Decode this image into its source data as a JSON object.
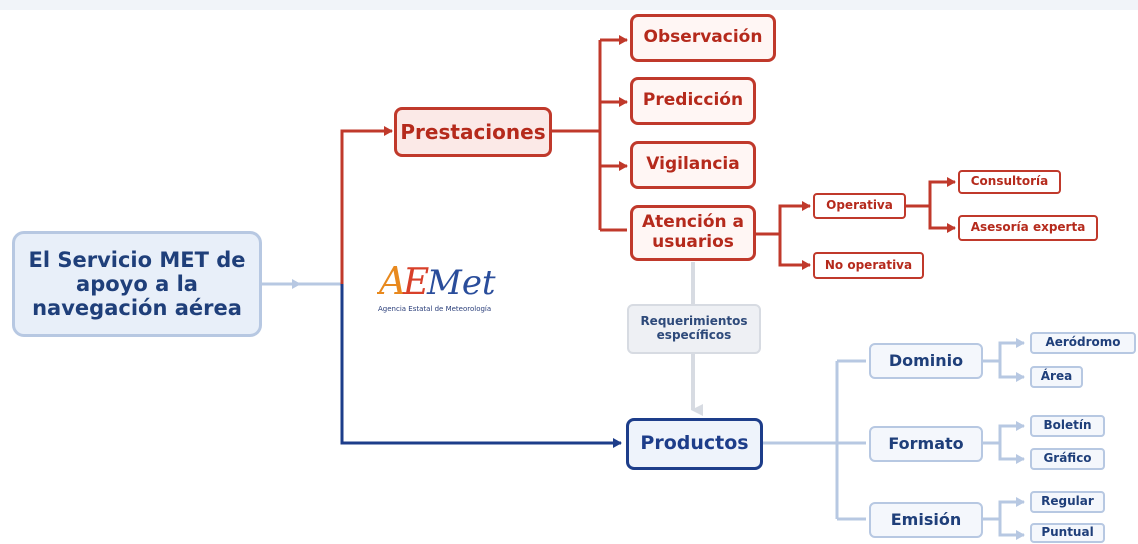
{
  "root": {
    "line1": "El Servicio MET de",
    "line2": "apoyo a la",
    "line3": "navegación aérea"
  },
  "prestaciones": {
    "label": "Prestaciones",
    "items": [
      "Observación",
      "Predicción",
      "Vigilancia"
    ],
    "atencion": {
      "line1": "Atención a",
      "line2": "usuarios"
    },
    "operativa": "Operativa",
    "no_operativa": "No operativa",
    "consultoria": "Consultoría",
    "asesoria": "Asesoría experta"
  },
  "requerimientos": {
    "line1": "Requerimientos",
    "line2": "específicos"
  },
  "productos": {
    "label": "Productos",
    "dominio": {
      "label": "Dominio",
      "items": [
        "Aeródromo",
        "Área"
      ]
    },
    "formato": {
      "label": "Formato",
      "items": [
        "Boletín",
        "Gráfico"
      ]
    },
    "emision": {
      "label": "Emisión",
      "items": [
        "Regular",
        "Puntual"
      ]
    }
  },
  "logo": {
    "wordmark": "AEMet",
    "caption": "Agencia Estatal de Meteorología"
  },
  "colors": {
    "red": "#c0392b",
    "blue": "#1d3d8a",
    "light_blue": "#b7c8e2",
    "grey": "#d7dbe2"
  }
}
